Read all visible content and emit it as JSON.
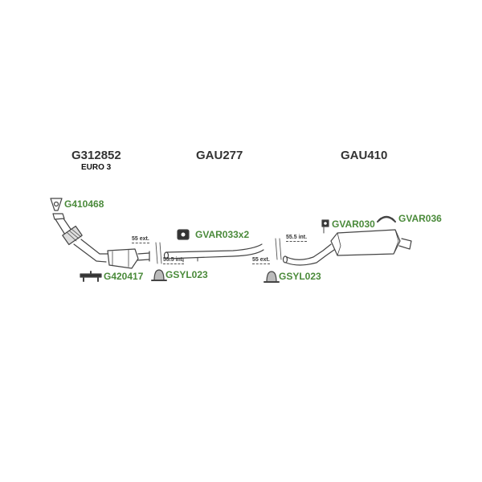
{
  "sections": {
    "catalyst": {
      "code": "G312852",
      "note": "EURO 3"
    },
    "middle": {
      "code": "GAU277"
    },
    "rear": {
      "code": "GAU410"
    }
  },
  "parts": {
    "gasket_front": "G410468",
    "mount_front": "G420417",
    "clamp_1": "GSYL023",
    "hanger_middle": "GVAR033x2",
    "clamp_2": "GSYL023",
    "hanger_rear": "GVAR030",
    "rubber_rear": "GVAR036"
  },
  "dimensions": {
    "d1": "55 ext.",
    "d2": "55.5 int.",
    "d3": "55.5 int.",
    "d4": "55 ext."
  },
  "colors": {
    "part_label": "#4a8a3a",
    "title": "#333333",
    "line": "#444444"
  }
}
